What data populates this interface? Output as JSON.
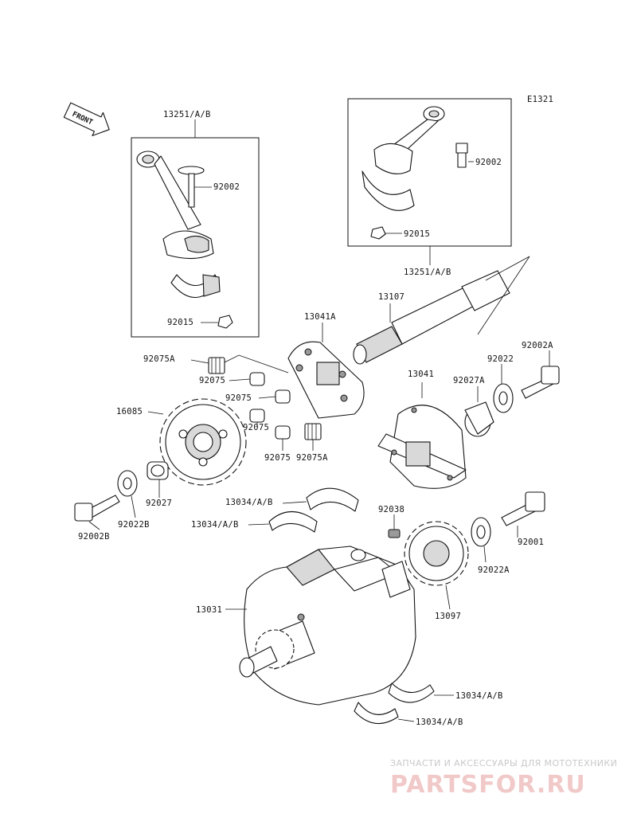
{
  "diagram_code": "E1321",
  "front_label": "FRONT",
  "labels": {
    "rod_left": "13251/A/B",
    "bolt_left": "92002",
    "nut_left": "92015",
    "bolt_right": "92002",
    "nut_right": "92015",
    "rod_right": "13251/A/B",
    "shaft": "13107",
    "gear_plate": "13041A",
    "pin_a": "92075A",
    "collar_1": "92075",
    "collar_2": "92075",
    "collar_3": "92075",
    "collar_4": "92075",
    "pin_b": "92075A",
    "sprocket": "16085",
    "plate": "13041",
    "spacer_right": "92027A",
    "washer_right": "92022",
    "bolt_right_top": "92002A",
    "spacer_left": "92027",
    "washer_left": "92022B",
    "bolt_left_bottom": "92002B",
    "bearing_1": "13034/A/B",
    "bearing_2": "13034/A/B",
    "key": "92038",
    "bolt_gear": "92001",
    "washer_gear": "92022A",
    "crank_gear": "13097",
    "crankshaft": "13031",
    "bearing_3": "13034/A/B",
    "bearing_4": "13034/A/B"
  },
  "watermark": {
    "caption": "ЗАПЧАСТИ И АКСЕССУАРЫ ДЛЯ МОТОТЕХНИКИ",
    "logo": "PARTSFOR.RU"
  }
}
